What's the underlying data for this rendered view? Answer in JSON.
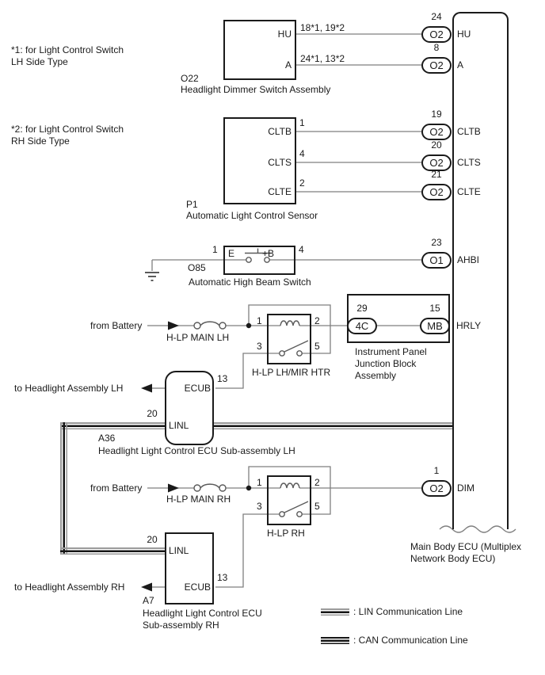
{
  "notes": {
    "note1_line1": "*1: for Light Control Switch",
    "note1_line2": "LH Side Type",
    "note2_line1": "*2: for Light Control Switch",
    "note2_line2": "RH Side Type"
  },
  "o22": {
    "code": "O22",
    "name": "Headlight Dimmer Switch Assembly",
    "pin_hu": "HU",
    "pin_a": "A",
    "wire_hu_label": "18*1, 19*2",
    "wire_a_label": "24*1, 13*2"
  },
  "p1": {
    "code": "P1",
    "name": "Automatic Light Control Sensor",
    "pin_cltb": "CLTB",
    "pin_clts": "CLTS",
    "pin_clte": "CLTE",
    "num_cltb": "1",
    "num_clts": "4",
    "num_clte": "2"
  },
  "o85": {
    "code": "O85",
    "name": "Automatic High Beam Switch",
    "pin_e": "E",
    "pin_b": "+B",
    "num_left": "1",
    "num_right": "4"
  },
  "ecu": {
    "name_line1": "Main Body ECU (Multiplex",
    "name_line2": "Network Body ECU)",
    "connectors": [
      {
        "num": "24",
        "conn": "O2",
        "label": "HU"
      },
      {
        "num": "8",
        "conn": "O2",
        "label": "A"
      },
      {
        "num": "19",
        "conn": "O2",
        "label": "CLTB"
      },
      {
        "num": "20",
        "conn": "O2",
        "label": "CLTS"
      },
      {
        "num": "21",
        "conn": "O2",
        "label": "CLTE"
      },
      {
        "num": "23",
        "conn": "O1",
        "label": "AHBI"
      },
      {
        "num": "15",
        "conn": "MB",
        "label": "HRLY"
      },
      {
        "num": "1",
        "conn": "O2",
        "label": "DIM"
      }
    ]
  },
  "junction_block": {
    "conn_4c_num": "29",
    "conn_4c": "4C",
    "name_line1": "Instrument Panel",
    "name_line2": "Junction Block",
    "name_line3": "Assembly"
  },
  "battery_lh": {
    "label": "from Battery",
    "fuse": "H-LP MAIN LH"
  },
  "battery_rh": {
    "label": "from Battery",
    "fuse": "H-LP MAIN RH"
  },
  "relay_lh": {
    "name": "H-LP LH/MIR HTR",
    "pin1": "1",
    "pin2": "2",
    "pin3": "3",
    "pin5": "5"
  },
  "relay_rh": {
    "name": "H-LP RH",
    "pin1": "1",
    "pin2": "2",
    "pin3": "3",
    "pin5": "5"
  },
  "a36": {
    "code": "A36",
    "name": "Headlight Light Control ECU Sub-assembly LH",
    "pin_ecub": "ECUB",
    "pin_linl": "LINL",
    "num_ecub": "13",
    "num_linl": "20",
    "out_label": "to Headlight Assembly LH"
  },
  "a7": {
    "code": "A7",
    "name_line1": "Headlight Light Control ECU",
    "name_line2": "Sub-assembly RH",
    "pin_ecub": "ECUB",
    "pin_linl": "LINL",
    "num_ecub": "13",
    "num_linl": "20",
    "out_label": "to Headlight Assembly RH"
  },
  "legend": {
    "lin": ": LIN Communication Line",
    "can": ": CAN Communication Line"
  }
}
